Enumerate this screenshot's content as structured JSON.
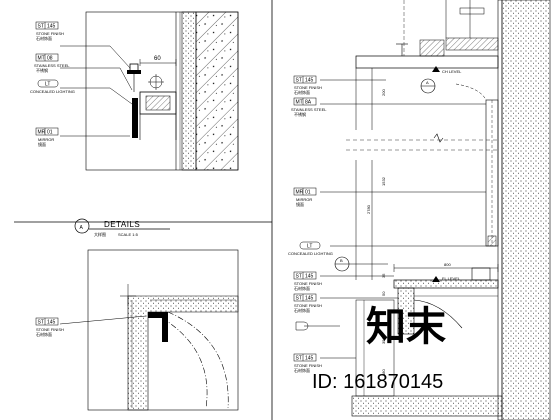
{
  "details_title": {
    "bubble": "A",
    "label": "DETAILS",
    "sub": "大样图",
    "scale": "SCALE 1:5"
  },
  "top_left": {
    "tags": [
      {
        "code": "ST",
        "num": "145",
        "text": "STONE FINISH",
        "sub": "石材饰面"
      },
      {
        "code": "MT",
        "num": "08",
        "text": "STAINLESS STEEL",
        "sub": "不锈钢"
      },
      {
        "code": "LT",
        "num": "",
        "text": "CONCEALED LIGHTING",
        "sub": ""
      },
      {
        "code": "MR",
        "num": "01",
        "text": "MIRROR",
        "sub": "镜面"
      }
    ],
    "dim": "60"
  },
  "bottom_left": {
    "tag": {
      "code": "ST",
      "num": "145",
      "text": "STONE FINISH",
      "sub": "石材饰面"
    }
  },
  "right": {
    "tags": [
      {
        "code": "ST",
        "num": "145",
        "text": "STONE FINISH",
        "sub": "石材饰面"
      },
      {
        "code": "MT",
        "num": "8A",
        "text": "STAINLESS STEEL",
        "sub": "不锈钢"
      },
      {
        "code": "MR",
        "num": "01",
        "text": "MIRROR",
        "sub": "镜面"
      },
      {
        "code": "LT",
        "num": "",
        "text": "CONCEALED LIGHTING",
        "sub": ""
      },
      {
        "code": "ST",
        "num": "145",
        "text": "STONE FINISH",
        "sub": "石材饰面"
      },
      {
        "code": "ST",
        "num": "145",
        "text": "STONE FINISH",
        "sub": "石材饰面"
      },
      {
        "code": "ST",
        "num": "145",
        "text": "STONE FINISH",
        "sub": "石材饰面"
      }
    ],
    "dims": {
      "d200": "200",
      "d1532": "1532",
      "d2780": "2780",
      "d800": "800",
      "d35": "35",
      "d50": "50",
      "d350": "350",
      "d380": "380"
    },
    "level_top": "CH LEVEL",
    "level_bottom": "FL LEVEL",
    "bubble_a": "A",
    "bubble_b": "B"
  },
  "watermark": {
    "logo": "知末",
    "id": "ID: 161870145"
  }
}
